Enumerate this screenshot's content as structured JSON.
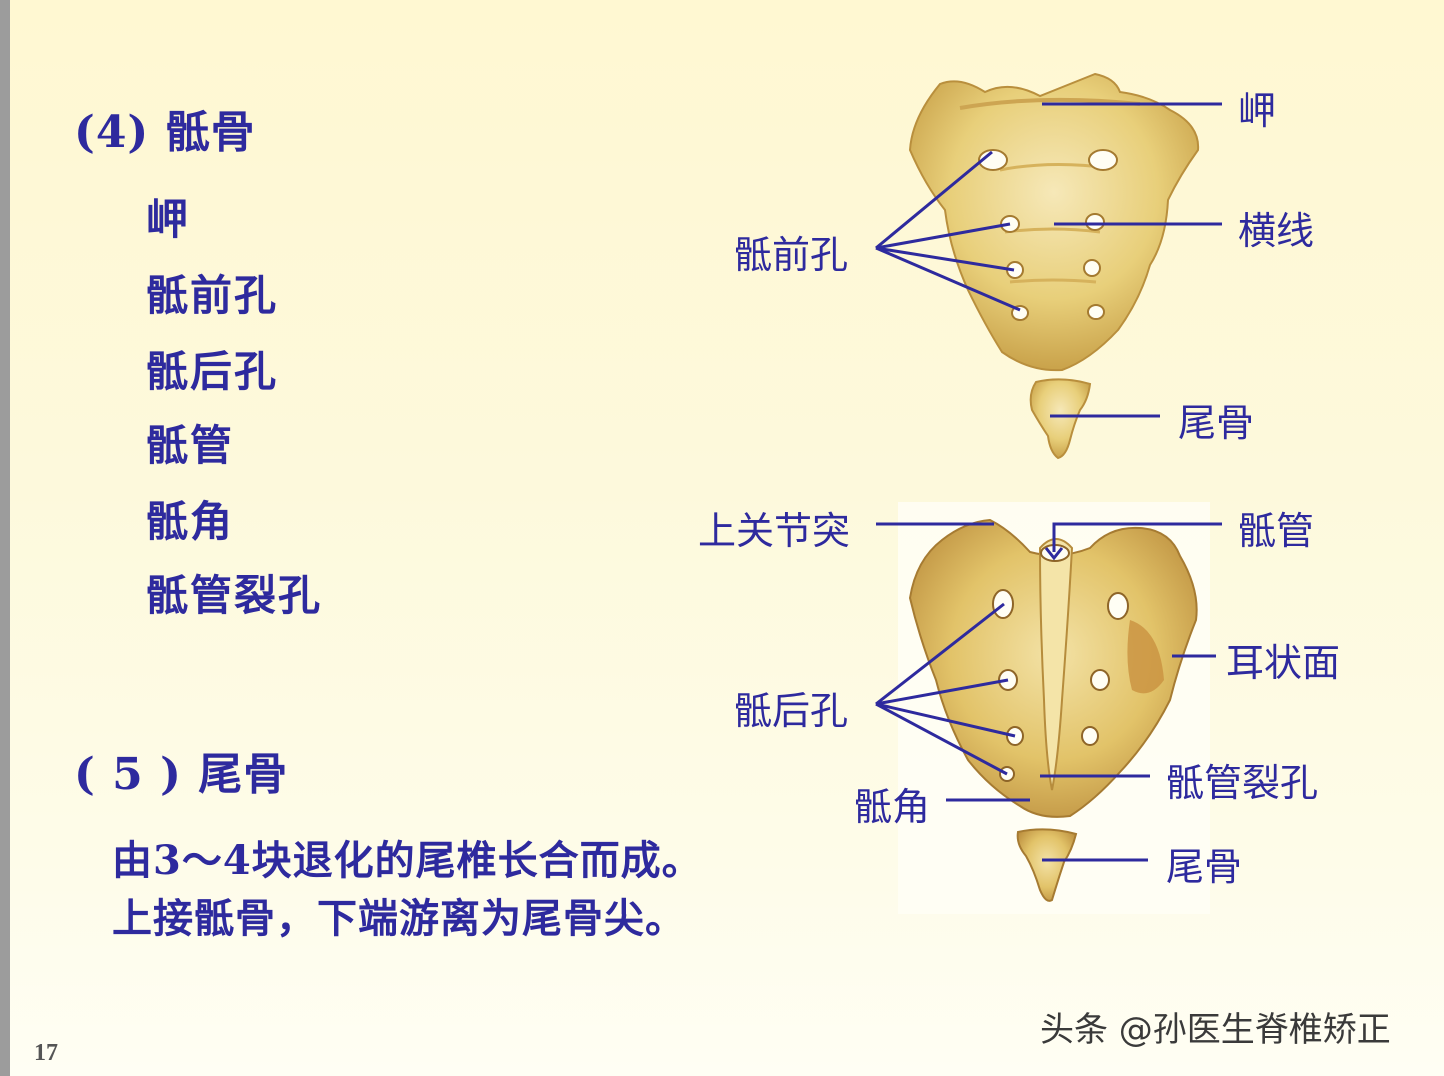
{
  "slide": {
    "sacrum_heading": "(4) 骶骨",
    "sacrum_terms": [
      "岬",
      "骶前孔",
      "骶后孔",
      "骶管",
      "骶角",
      "骶管裂孔"
    ],
    "coccyx_heading": "( 5 ) 尾骨",
    "coccyx_description": [
      "由3～4块退化的尾椎长合而成。",
      "上接骶骨，下端游离为尾骨尖。"
    ],
    "page_number": "17",
    "watermark": "头条 @孙医生脊椎矫正"
  },
  "anterior_view": {
    "labels": {
      "promontory": "岬",
      "anterior_foramina": "骶前孔",
      "transverse_lines": "横线",
      "coccyx": "尾骨"
    }
  },
  "posterior_view": {
    "labels": {
      "superior_articular_process": "上关节突",
      "sacral_canal": "骶管",
      "auricular_surface": "耳状面",
      "posterior_foramina": "骶后孔",
      "sacral_hiatus": "骶管裂孔",
      "sacral_cornu": "骶角",
      "coccyx": "尾骨"
    }
  },
  "colors": {
    "text_blue": "#2e2a9e",
    "bone": "#e8cf7a",
    "bone_dark": "#c49a3a",
    "bone_light": "#f6e8b8"
  }
}
